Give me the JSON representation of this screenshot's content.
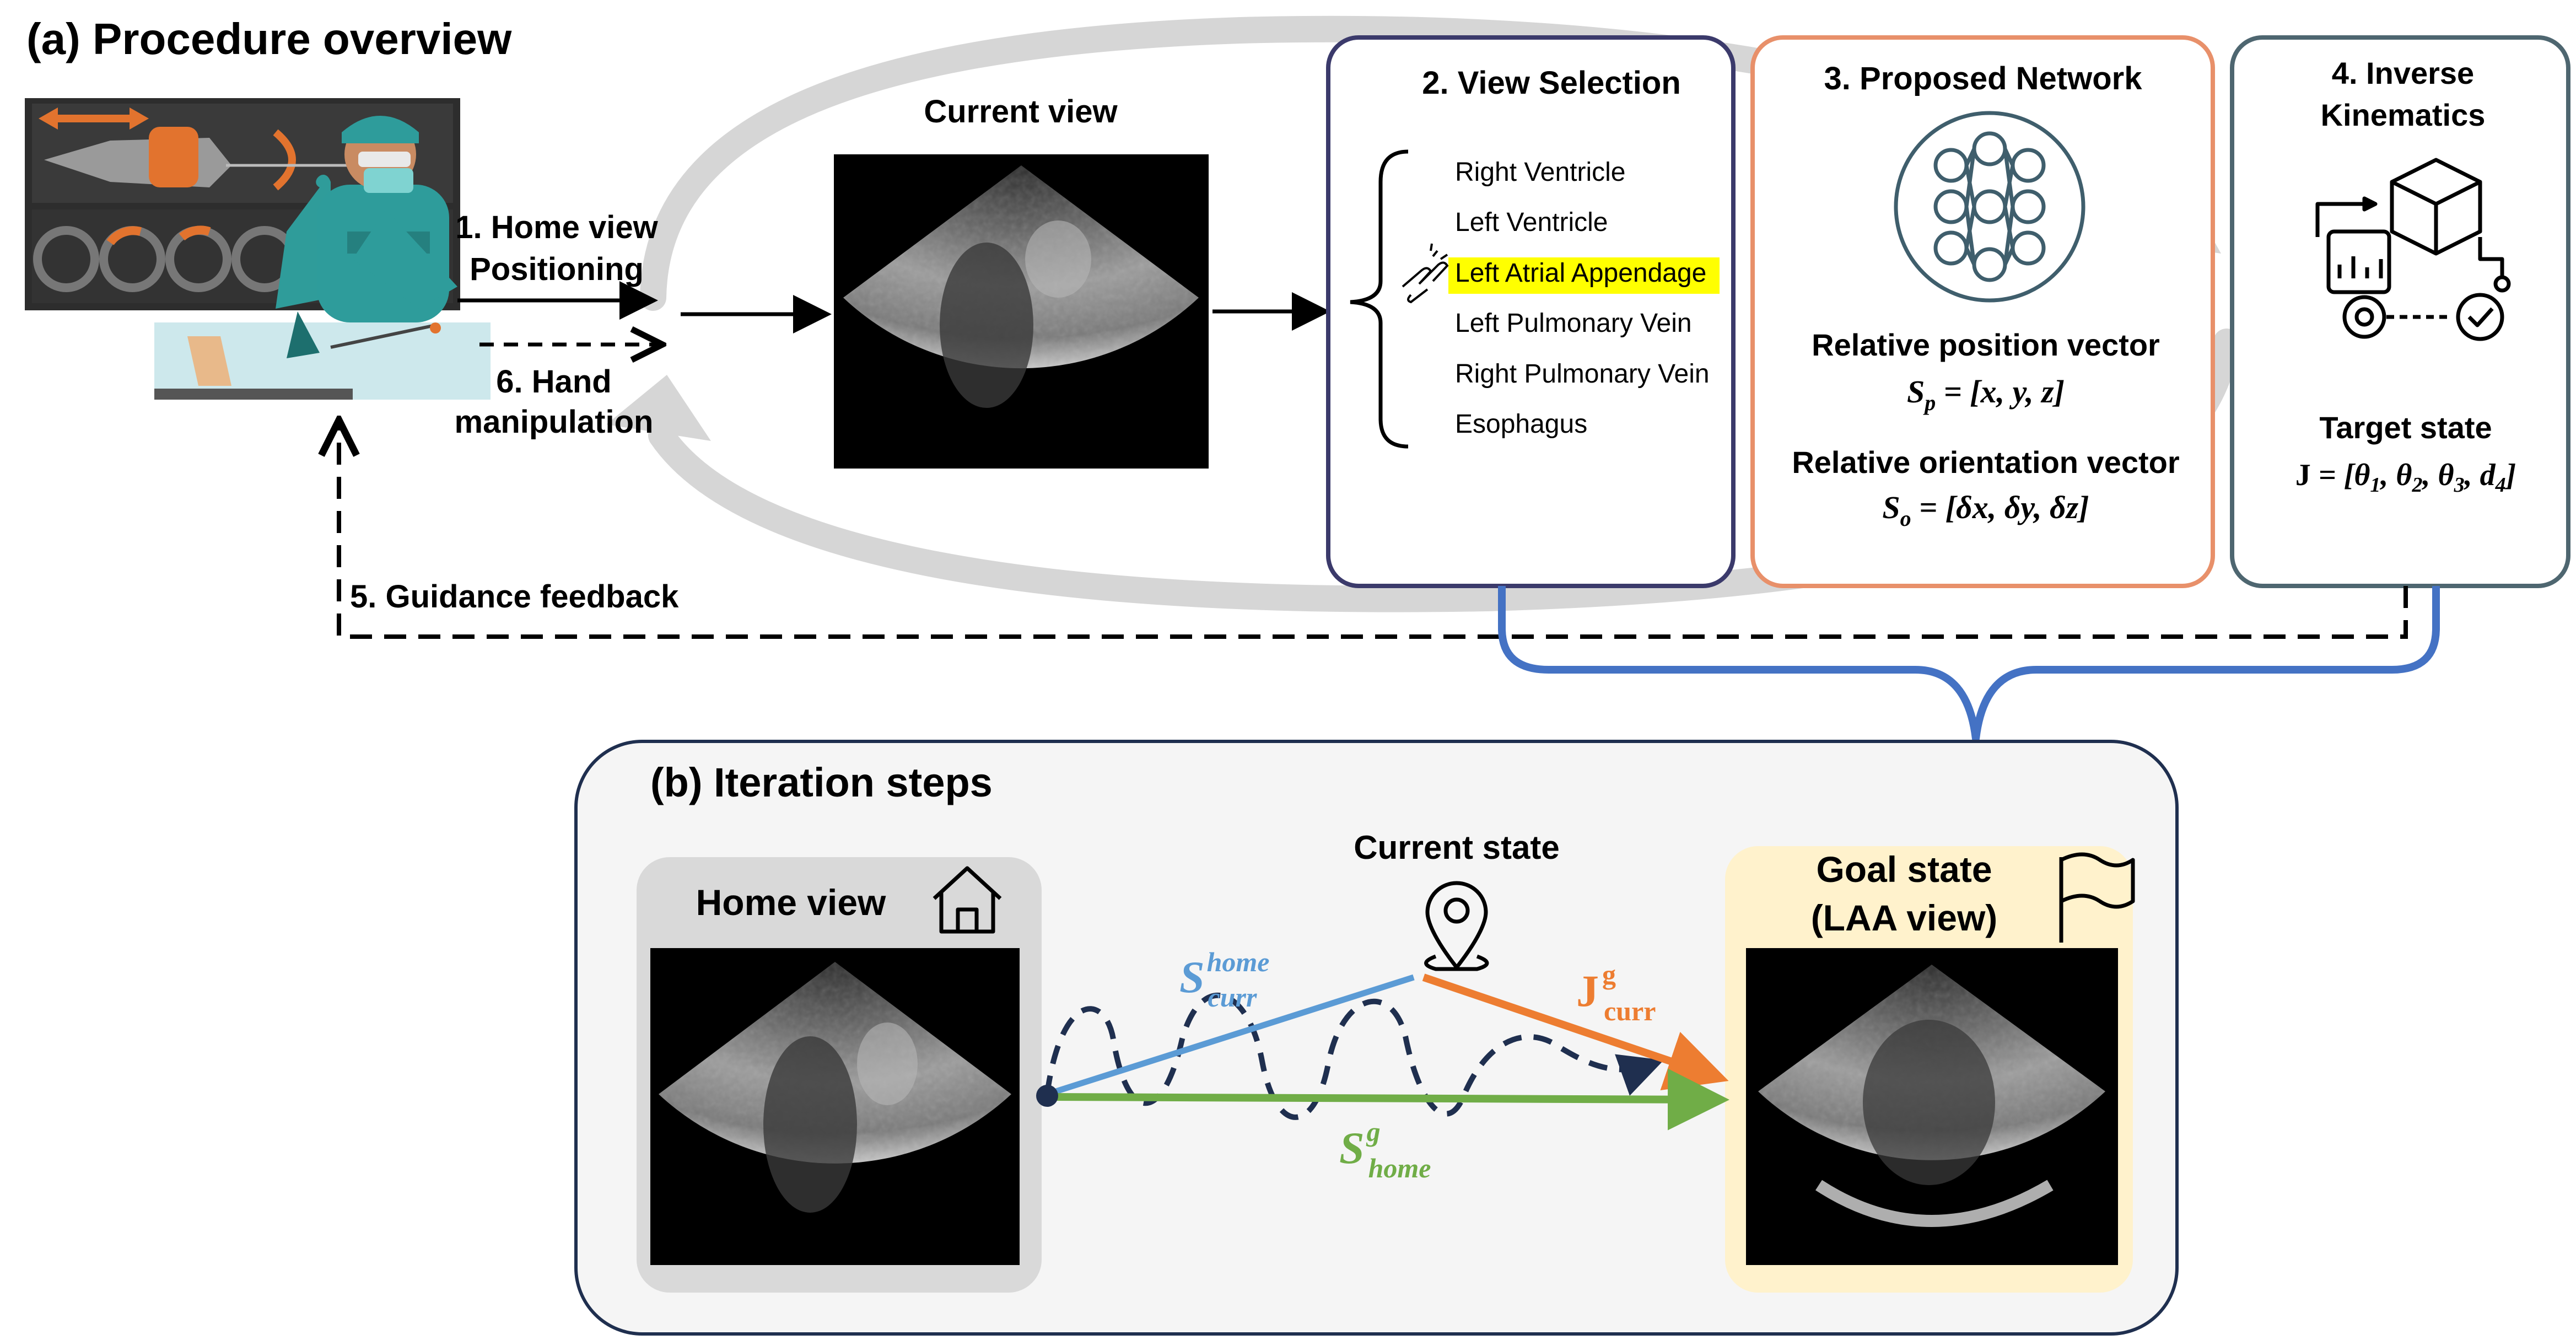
{
  "section_a": {
    "title": "(a) Procedure overview",
    "step1_line1": "1. Home view",
    "step1_line2": "Positioning",
    "step6_line1": "6. Hand",
    "step6_line2": "manipulation",
    "step5": "5. Guidance feedback",
    "current_view_label": "Current view",
    "view_selection": {
      "title": "2. View Selection",
      "options": [
        "Right Ventricle",
        "Left Ventricle",
        "Left Atrial Appendage",
        "Left Pulmonary Vein",
        "Right Pulmonary Vein",
        "Esophagus"
      ],
      "selected_index": 2
    },
    "network": {
      "title": "3. Proposed Network",
      "position_label": "Relative position vector",
      "position_formula": "Sp = [x, y, z]",
      "orientation_label": "Relative orientation vector",
      "orientation_formula": "So = [δx, δy, δz]"
    },
    "kinematics": {
      "title_line1": "4. Inverse",
      "title_line2": "Kinematics",
      "target_label": "Target state",
      "target_formula": "J = [θ1, θ2, θ3, d4]"
    }
  },
  "section_b": {
    "title": "(b) Iteration steps",
    "home_view_label": "Home view",
    "current_state_label": "Current state",
    "goal_line1": "Goal state",
    "goal_line2": "(LAA view)",
    "vec_home_curr": {
      "base": "S",
      "sup": "home",
      "sub": "curr"
    },
    "vec_goal_curr": {
      "base": "J",
      "sup": "g",
      "sub": "curr"
    },
    "vec_home_goal": {
      "base": "S",
      "sup": "g",
      "sub": "home"
    }
  },
  "colors": {
    "view_selection_border": "#3B3A6B",
    "network_border": "#E8906A",
    "kinematics_border": "#4E6670",
    "bracket_blue": "#4472C4",
    "highlight": "#FFFF00",
    "arrow_blue": "#5B9BD5",
    "arrow_orange": "#ED7D31",
    "arrow_green": "#70AD47",
    "dashed_navy": "#1F2F4F",
    "home_panel": "#D9D9D9",
    "goal_panel": "#FFF2CC",
    "iteration_panel": "#F5F5F5"
  },
  "icons": [
    "controller-screen-icon",
    "clinician-icon",
    "house-icon",
    "location-pin-icon",
    "flag-icon",
    "neural-network-icon",
    "kinematics-cube-icon",
    "pointing-hand-icon"
  ]
}
